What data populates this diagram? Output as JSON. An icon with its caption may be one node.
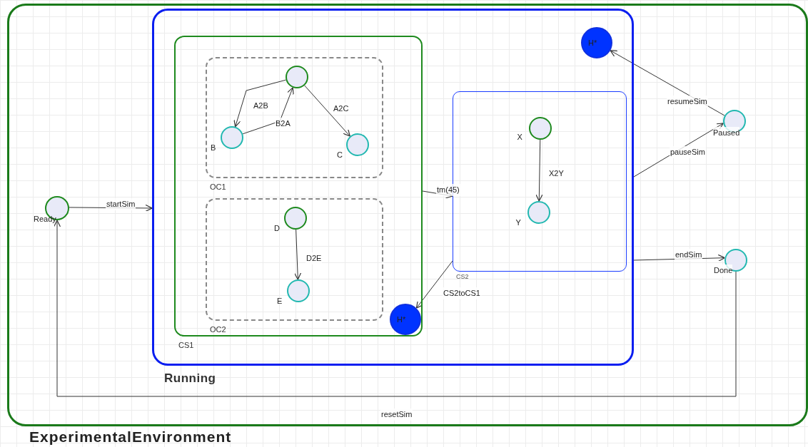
{
  "diagram": {
    "nodes": [
      {
        "text": [
          "ExperimentalEnvironment"
        ]
      },
      {
        "text": [
          "Ready"
        ],
        "in": 0
      },
      {
        "text": [
          "Running"
        ],
        "in": 0
      },
      {
        "text": [
          "CS1"
        ],
        "in": 2
      },
      {
        "text": [
          "OC1"
        ],
        "in": 3
      },
      {
        "text": [],
        "shape": "circle",
        "in": 4
      },
      {
        "text": [
          "B"
        ],
        "in": 4
      },
      {
        "text": [
          "C"
        ],
        "in": 4
      },
      {
        "text": [
          "OC2"
        ],
        "in": 3
      },
      {
        "text": [
          "D"
        ],
        "in": 8
      },
      {
        "text": [
          "E"
        ],
        "in": 8
      },
      {
        "text": [
          "H*"
        ],
        "in": 3
      },
      {
        "text": [
          "CS2"
        ],
        "in": 2
      },
      {
        "text": [
          "X"
        ],
        "in": 12
      },
      {
        "text": [
          "Y"
        ],
        "in": 12
      },
      {
        "text": [
          "H*"
        ],
        "in": 2
      },
      {
        "text": [
          "Paused"
        ],
        "in": 0
      },
      {
        "text": [
          "Done"
        ],
        "in": 0
      }
    ],
    "edges": [
      {
        "from": 1,
        "to": 2,
        "arrow": "to",
        "label": "startSim"
      },
      {
        "from": 5,
        "to": 6,
        "arrow": "to",
        "label": "A2B"
      },
      {
        "from": 6,
        "to": 5,
        "arrow": "to",
        "label": "B2A"
      },
      {
        "from": 5,
        "to": 7,
        "arrow": "to",
        "label": "A2C"
      },
      {
        "from": 9,
        "to": 10,
        "arrow": "to",
        "label": "D2E"
      },
      {
        "from": 3,
        "to": 12,
        "arrow": "to",
        "label": "tm(45)"
      },
      {
        "from": 12,
        "to": 11,
        "arrow": "to",
        "label": "CS2toCS1"
      },
      {
        "from": 13,
        "to": 14,
        "arrow": "to",
        "label": "X2Y"
      },
      {
        "from": 2,
        "to": 16,
        "arrow": "to",
        "label": "pauseSim"
      },
      {
        "from": 16,
        "to": 15,
        "arrow": "to",
        "label": "resumeSim"
      },
      {
        "from": 2,
        "to": 17,
        "arrow": "to",
        "label": "endSim"
      },
      {
        "from": 17,
        "to": 1,
        "arrow": "to",
        "label": "resetSim"
      }
    ]
  }
}
